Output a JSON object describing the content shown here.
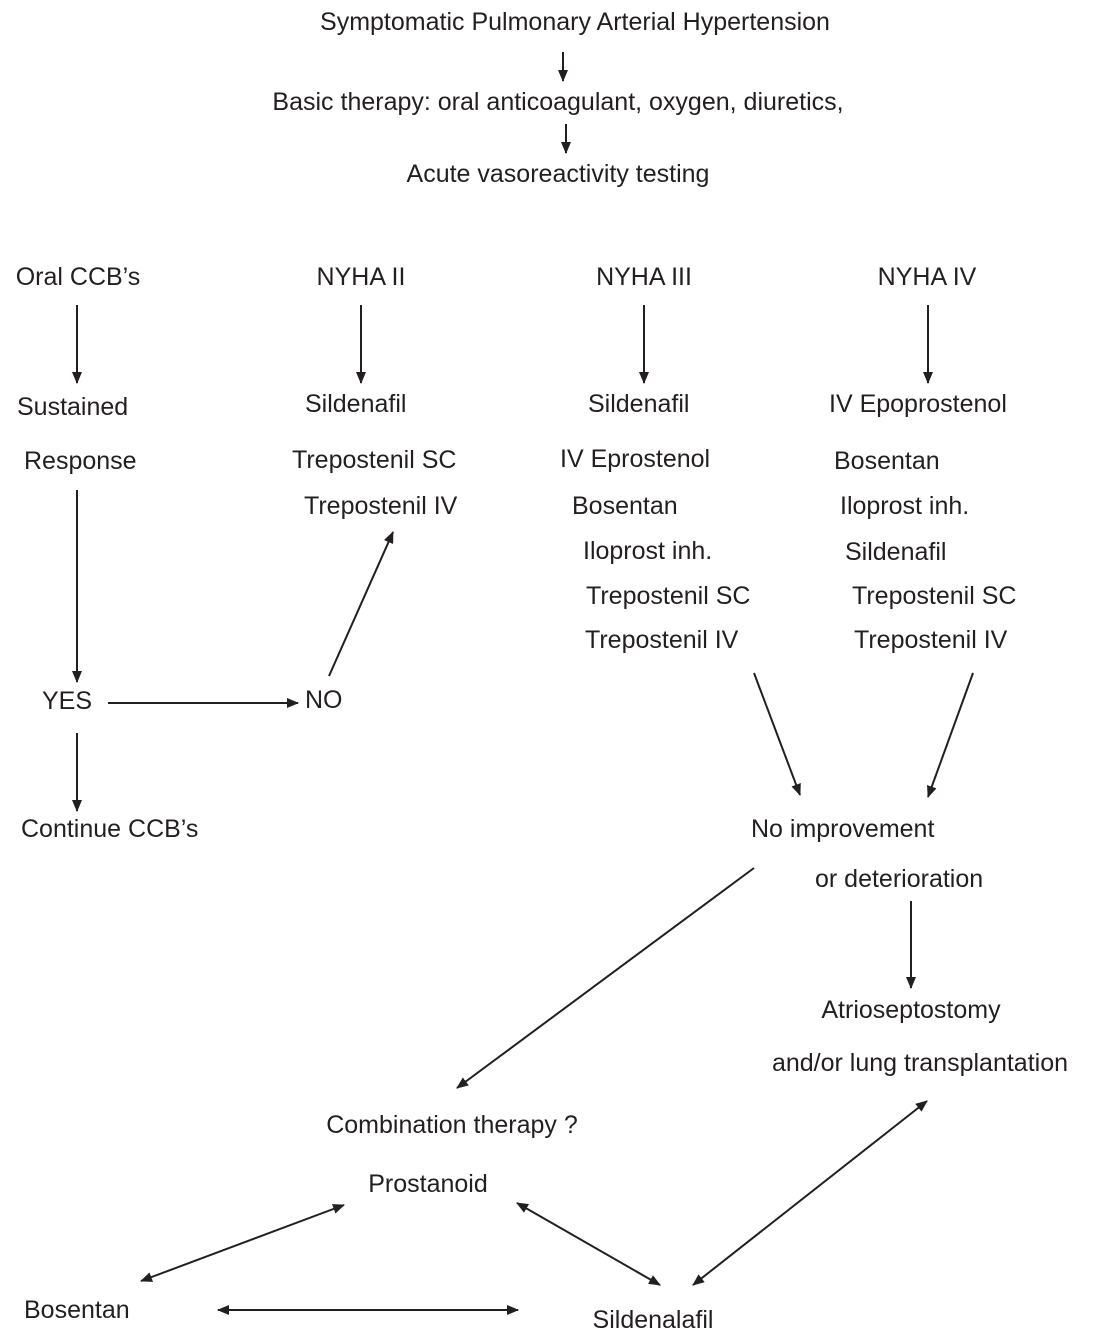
{
  "flowchart": {
    "nodes": {
      "title": "Symptomatic Pulmonary Arterial Hypertension",
      "basic_therapy": "Basic therapy: oral anticoagulant, oxygen, diuretics,",
      "vasoreactivity": "Acute vasoreactivity testing",
      "oral_ccb": "Oral CCB’s",
      "nyha_ii": "NYHA II",
      "nyha_iii": "NYHA III",
      "nyha_iv": "NYHA IV",
      "sustained": "Sustained",
      "response": "Response",
      "yes": "YES",
      "no": "NO",
      "continue_ccb": "Continue CCB’s",
      "no_improvement": "No improvement",
      "deterioration": "or deterioration",
      "atrioseptostomy": "Atrioseptostomy",
      "lung_transplant": "and/or lung transplantation",
      "combination": "Combination therapy ?",
      "prostanoid": "Prostanoid",
      "bosentan_bottom": "Bosentan",
      "sildenafil_bottom": "Sildenalafil"
    },
    "nyha_ii_therapies": [
      "Sildenafil",
      "Trepostenil SC",
      "Trepostenil IV"
    ],
    "nyha_iii_therapies": [
      "Sildenafil",
      "IV Eprostenol",
      "Bosentan",
      "Iloprost inh.",
      "Trepostenil SC",
      "Trepostenil IV"
    ],
    "nyha_iv_therapies": [
      "IV Epoprostenol",
      "Bosentan",
      "Iloprost inh.",
      "Sildenafil",
      "Trepostenil SC",
      "Trepostenil IV"
    ]
  }
}
